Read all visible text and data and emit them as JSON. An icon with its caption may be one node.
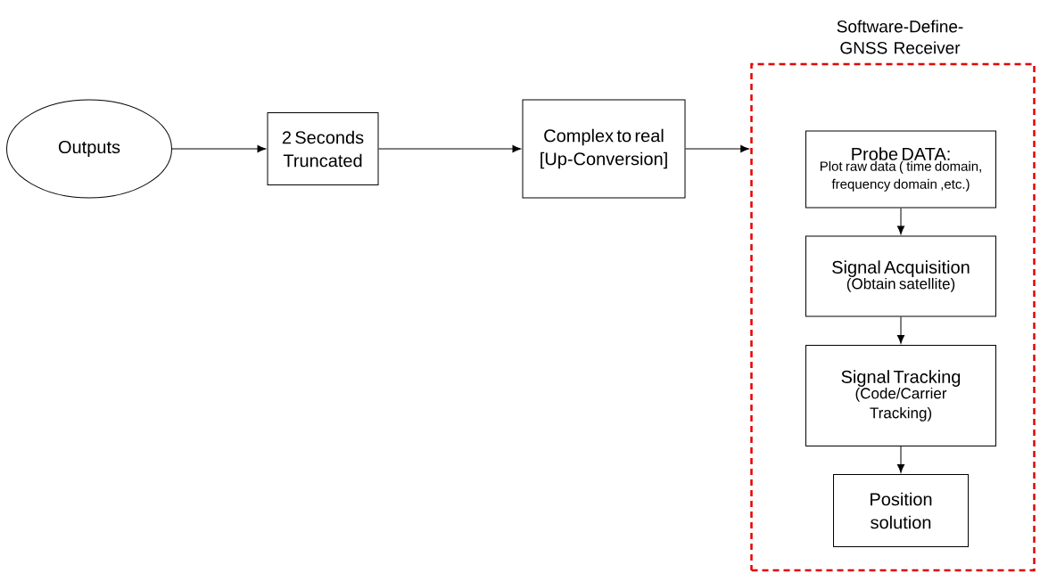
{
  "diagram": {
    "nodes": [
      {
        "text": [
          "Outputs"
        ]
      },
      {
        "text": [
          "2 Seconds Truncated"
        ]
      },
      {
        "text": [
          "Complex to real [Up-Conversion]"
        ]
      },
      {
        "text": [
          "Software-Define-GNSS Receiver"
        ]
      },
      {
        "text": [
          "Probe DATA:",
          "Plot raw data ( time domain, frequency domain ,etc.)"
        ],
        "in": 3
      },
      {
        "text": [
          "Signal Acquisition",
          "(Obtain satellite)"
        ],
        "in": 3
      },
      {
        "text": [
          "Signal Tracking",
          "(Code/Carrier Tracking)"
        ],
        "in": 3
      },
      {
        "text": [
          "Position solution"
        ],
        "in": 3
      }
    ],
    "edges": [
      {
        "from": 0,
        "to": 1,
        "arrow": "to"
      },
      {
        "from": 1,
        "to": 2,
        "arrow": "to"
      },
      {
        "from": 2,
        "to": 3,
        "arrow": "to"
      },
      {
        "from": 4,
        "to": 5,
        "arrow": "to"
      },
      {
        "from": 5,
        "to": 6,
        "arrow": "to"
      },
      {
        "from": 6,
        "to": 7,
        "arrow": "to"
      }
    ]
  }
}
